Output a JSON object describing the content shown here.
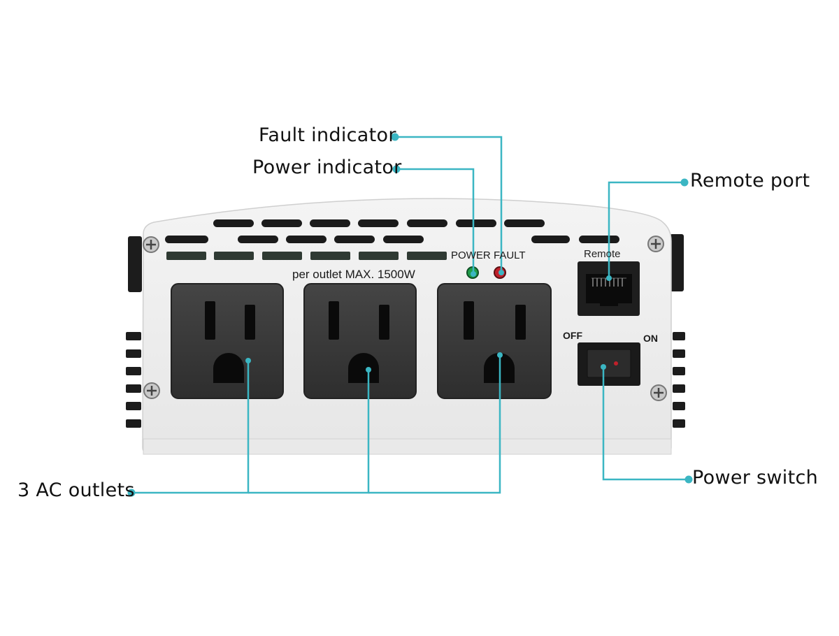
{
  "colors": {
    "leader_line": "#3bb6c3",
    "panel": "#ededed",
    "outlet": "#3a3a3a",
    "power_led": "#1f9c4a",
    "fault_led": "#c0202a"
  },
  "callouts": {
    "fault_indicator": "Fault indicator",
    "power_indicator": "Power indicator",
    "remote_port": "Remote port",
    "ac_outlets": "3 AC outlets",
    "power_switch": "Power switch"
  },
  "panel": {
    "power_label": "POWER",
    "fault_label": "FAULT",
    "rating_label": "per outlet MAX. 1500W",
    "remote_label": "Remote",
    "switch_off_label": "OFF",
    "switch_on_label": "ON"
  },
  "outlets": [
    {
      "name": "outlet-1"
    },
    {
      "name": "outlet-2"
    },
    {
      "name": "outlet-3"
    }
  ]
}
